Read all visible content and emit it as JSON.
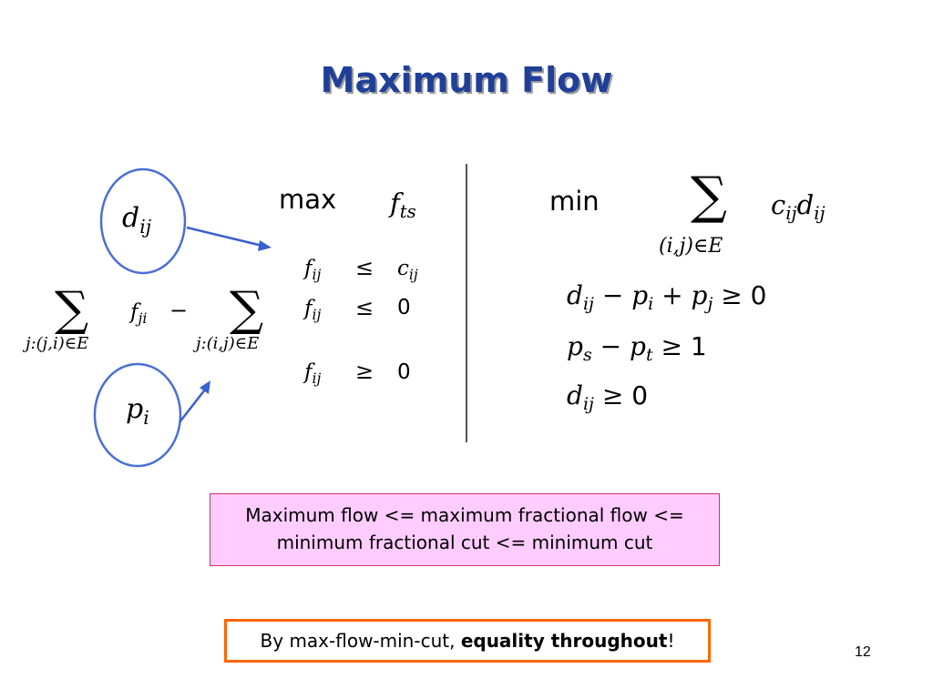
{
  "slide": {
    "title": "Maximum Flow",
    "page_number": "12"
  },
  "primal": {
    "objective_keyword": "max",
    "objective_var": "f",
    "objective_sub": "ts",
    "lhs_var": "f",
    "lhs_sub": "ij",
    "rows": [
      {
        "relation": "≤",
        "rhs_var": "c",
        "rhs_sub": "ij",
        "rhs_const": ""
      },
      {
        "relation": "≤",
        "rhs_var": "",
        "rhs_sub": "",
        "rhs_const": "0"
      },
      {
        "relation": "≥",
        "rhs_var": "",
        "rhs_sub": "",
        "rhs_const": "0"
      }
    ],
    "conservation": {
      "sum_symbol": "∑",
      "term1_var": "f",
      "term1_sub": "ji",
      "minus": "−",
      "limit1": "j:(j,i)∈E",
      "limit2": "j:(i,j)∈E"
    }
  },
  "dual_vars": {
    "d": {
      "var": "d",
      "sub": "ij"
    },
    "p": {
      "var": "p",
      "sub": "i"
    }
  },
  "dual": {
    "objective_keyword": "min",
    "sum_symbol": "∑",
    "sum_limit": "(i,j)∈E",
    "obj_c": "c",
    "obj_c_sub": "ij",
    "obj_d": "d",
    "obj_d_sub": "ij",
    "constraints": [
      {
        "t1": "d",
        "t1s": "ij",
        "o1": "−",
        "t2": "p",
        "t2s": "i",
        "o2": "+",
        "t3": "p",
        "t3s": "j",
        "rel": "≥",
        "rhs": "0"
      },
      {
        "t1": "p",
        "t1s": "s",
        "o1": "−",
        "t2": "p",
        "t2s": "t",
        "rel": "≥",
        "rhs": "1"
      },
      {
        "t1": "d",
        "t1s": "ij",
        "rel": "≥",
        "rhs": "0"
      }
    ]
  },
  "callout": {
    "line1": "Maximum flow <= maximum fractional flow <=",
    "line2": "minimum fractional cut <= minimum cut"
  },
  "conclusion": {
    "prefix": "By max-flow-min-cut, ",
    "emphasis": "equality throughout",
    "suffix": "!"
  },
  "colors": {
    "title": "#1f3f99",
    "circle": "#4a6fd6",
    "arrow": "#3a5fcf",
    "callout_bg": "#ffccff",
    "callout_border": "#cc3366",
    "conclusion_border": "#ff6600"
  }
}
